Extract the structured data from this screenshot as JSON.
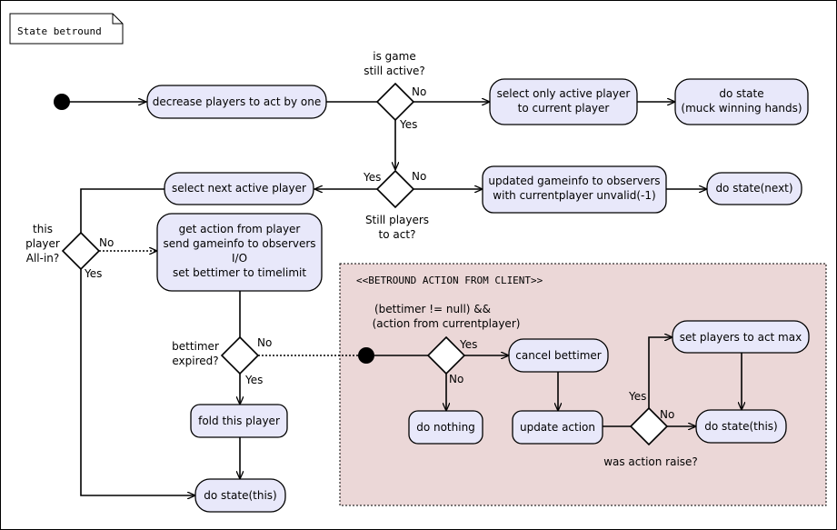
{
  "title": "State betround",
  "region_label": "<<BETROUND ACTION FROM CLIENT>>",
  "nodes": {
    "decrease": "decrease players to act by one",
    "select_only": [
      "select only active player",
      "to current player"
    ],
    "muck": [
      "do state",
      "(muck winning hands)"
    ],
    "select_next": "select next active player",
    "updated": [
      "updated gameinfo to observers",
      "with currentplayer unvalid(-1)"
    ],
    "do_state_next": "do state(next)",
    "get_action": [
      "get action from player",
      "send gameinfo to observers",
      "I/O",
      "set bettimer to timelimit"
    ],
    "fold": "fold this player",
    "do_state_this_left": "do state(this)",
    "cancel": "cancel bettimer",
    "set_max": "set players to act max",
    "do_nothing": "do nothing",
    "update_action": "update action",
    "do_state_this_right": "do state(this)"
  },
  "labels": {
    "is_game": [
      "is game",
      "still active?"
    ],
    "still_players": [
      "Still players",
      "to act?"
    ],
    "this_player": [
      "this",
      "player",
      "All-in?"
    ],
    "bettimer_expired": [
      "bettimer",
      "expired?"
    ],
    "condition": [
      "(bettimer != null) &&",
      "(action from currentplayer)"
    ],
    "was_raise": "was action raise?",
    "yes": "Yes",
    "no": "No"
  }
}
